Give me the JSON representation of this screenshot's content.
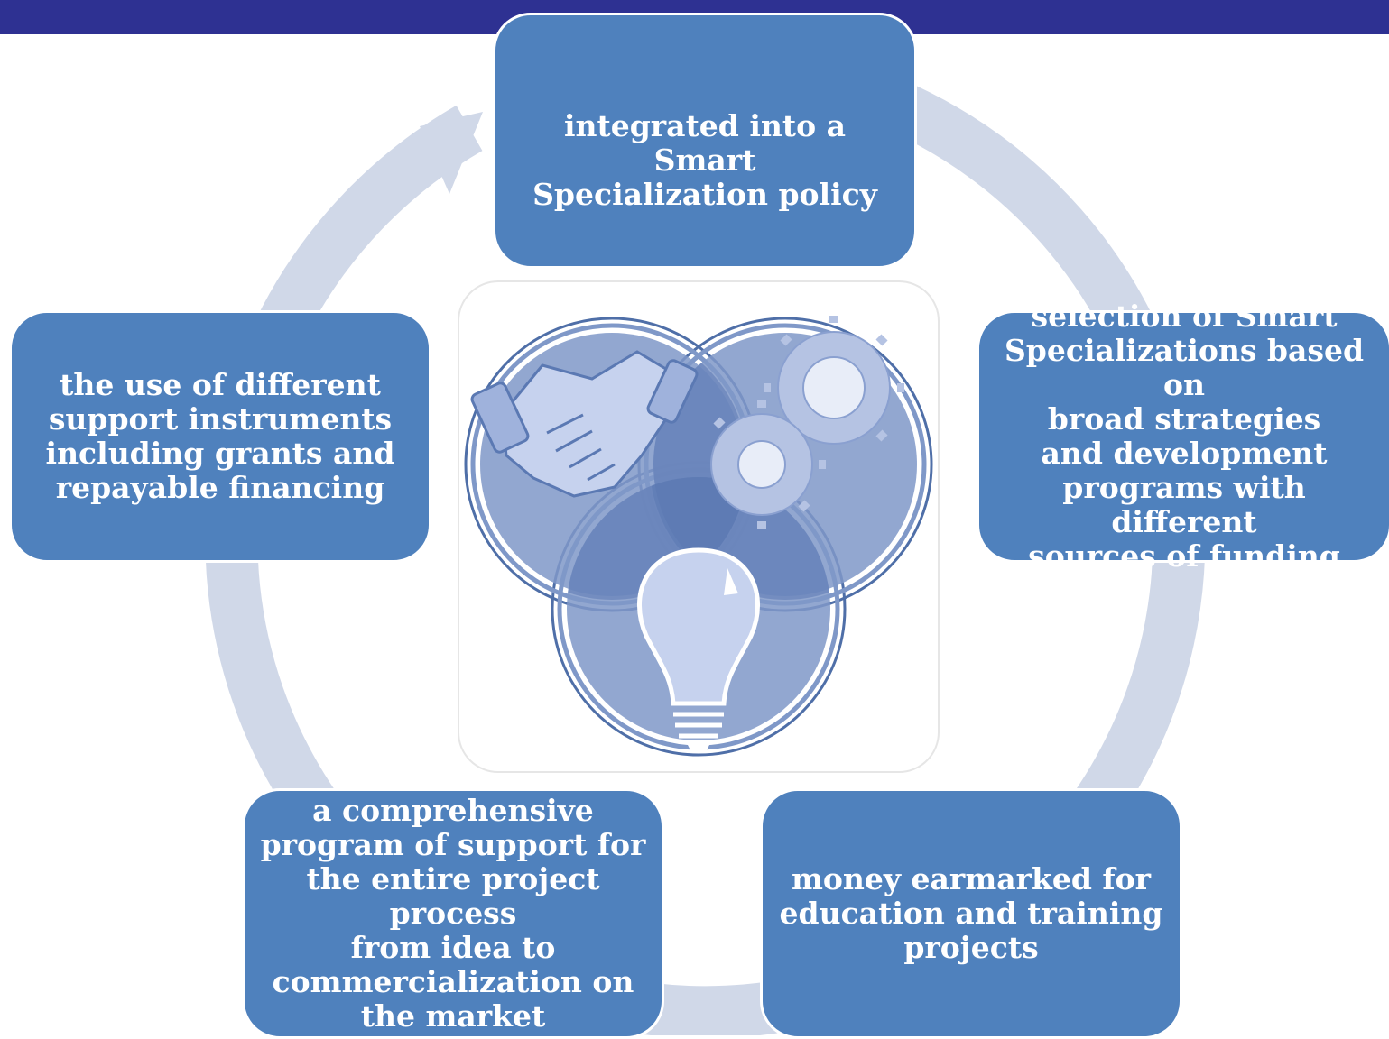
{
  "colors": {
    "header_bar": "#2e3192",
    "node_fill": "#4f81bd",
    "node_text": "#ffffff",
    "ring_arrow": "#d0d8e8",
    "emblem_circle": "#7f98c8",
    "emblem_light": "#b5c3e3"
  },
  "nodes": {
    "top": "integrated into a Smart\nSpecialization policy",
    "right": "selection of Smart\nSpecializations based on\nbroad strategies\nand development\nprograms with different\nsources of funding",
    "bottom_right": "money earmarked for\neducation and training\nprojects",
    "bottom_left": "a comprehensive\nprogram of support for\nthe entire project\nprocess\nfrom idea to\ncommercialization on\nthe market",
    "left": "the use of different\nsupport instruments\nincluding grants and\nrepayable financing"
  },
  "emblem": {
    "icons": [
      "handshake-icon",
      "gears-icon",
      "lightbulb-icon"
    ]
  }
}
